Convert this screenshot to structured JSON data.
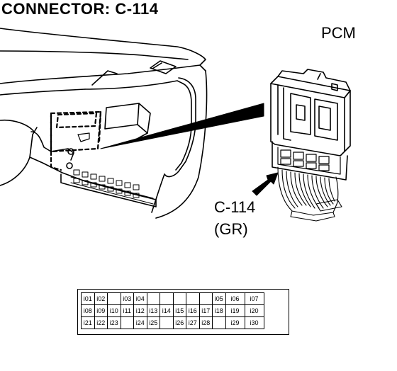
{
  "title": "CONNECTOR: C-114",
  "labels": {
    "pcm": "PCM",
    "connector_id": "C-114",
    "connector_color": "(GR)"
  },
  "pin_rows": [
    [
      "i01",
      "i02",
      "",
      "i03",
      "i04",
      "",
      "",
      "",
      "",
      "",
      "i05",
      "i06",
      "i07"
    ],
    [
      "i08",
      "i09",
      "i10",
      "i11",
      "i12",
      "i13",
      "i14",
      "i15",
      "i16",
      "i17",
      "i18",
      "i19",
      "i20"
    ],
    [
      "i21",
      "i22",
      "i23",
      "",
      "i24",
      "i25",
      "",
      "i26",
      "i27",
      "i28",
      "",
      "i29",
      "i30"
    ]
  ]
}
